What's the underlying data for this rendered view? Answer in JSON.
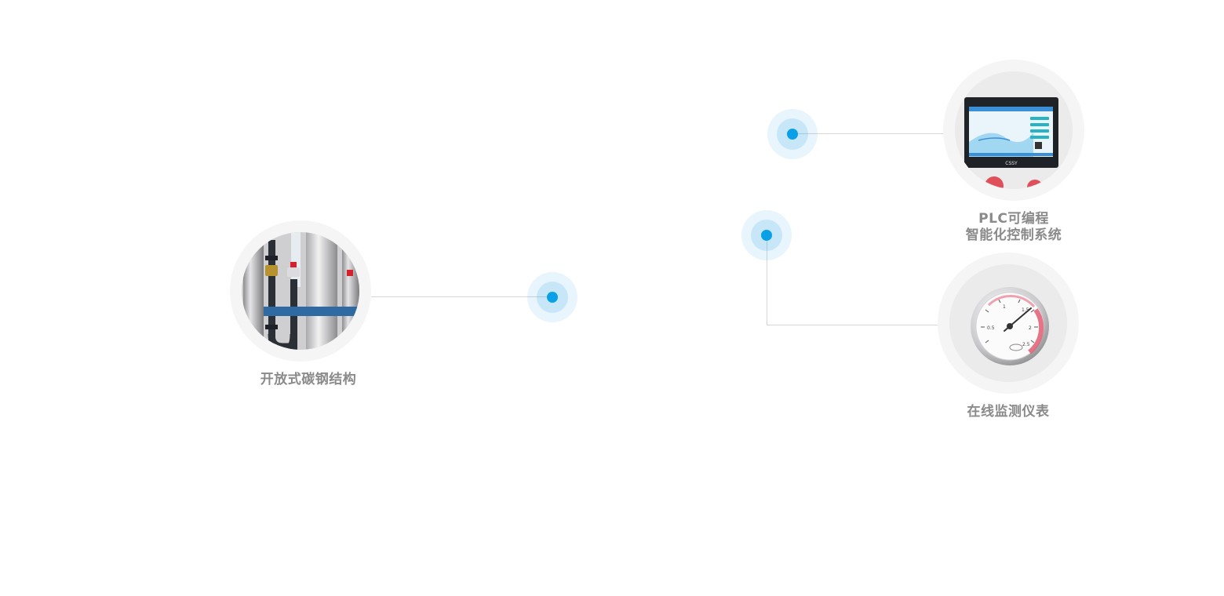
{
  "features": [
    {
      "id": "open-carbon-steel",
      "label": "开放式碳钢结构"
    },
    {
      "id": "plc-control",
      "label_line1": "PLC可编程",
      "label_line2": "智能化控制系统",
      "screen_brand": "CSSY"
    },
    {
      "id": "online-meter",
      "label": "在线监测仪表",
      "gauge_ticks": [
        "0.5",
        "1",
        "1.5",
        "2",
        "2.5"
      ]
    }
  ],
  "colors": {
    "accent": "#0aa0e8",
    "label": "#8a8a8a",
    "connector": "#d6d6d6",
    "ring_outer": "#f5f5f5",
    "ring_inner": "#e9e9e9"
  }
}
